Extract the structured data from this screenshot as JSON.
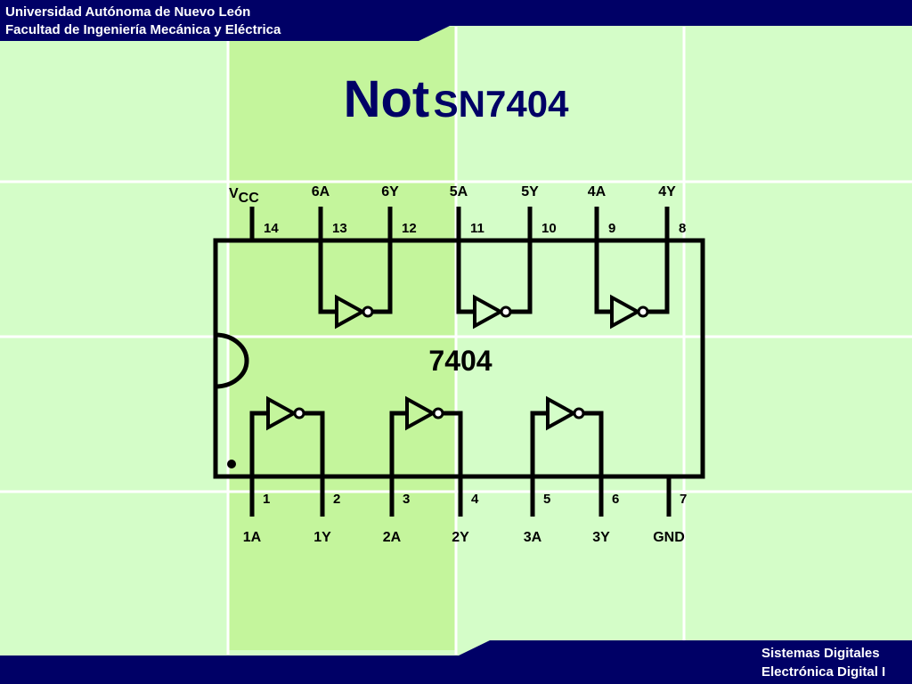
{
  "header": {
    "line1": "Universidad Autónoma de Nuevo León",
    "line2": "Facultad de Ingeniería Mecánica y Eléctrica"
  },
  "footer": {
    "line1": "Sistemas Digitales",
    "line2": "Electrónica Digital I"
  },
  "title": {
    "main": "Not",
    "part": "SN7404"
  },
  "chip": {
    "label": "7404",
    "top_pins": [
      {
        "num": "14",
        "name_main": "V",
        "name_sub": "CC"
      },
      {
        "num": "13",
        "name": "6A"
      },
      {
        "num": "12",
        "name": "6Y"
      },
      {
        "num": "11",
        "name": "5A"
      },
      {
        "num": "10",
        "name": "5Y"
      },
      {
        "num": "9",
        "name": "4A"
      },
      {
        "num": "8",
        "name": "4Y"
      }
    ],
    "bottom_pins": [
      {
        "num": "1",
        "name": "1A"
      },
      {
        "num": "2",
        "name": "1Y"
      },
      {
        "num": "3",
        "name": "2A"
      },
      {
        "num": "4",
        "name": "2Y"
      },
      {
        "num": "5",
        "name": "3A"
      },
      {
        "num": "6",
        "name": "3Y"
      },
      {
        "num": "7",
        "name": "GND"
      }
    ]
  },
  "colors": {
    "navy": "#000066",
    "background": "#d4fdc8",
    "highlight_column": "#c4f59c",
    "grid_line": "#ffffff",
    "ink": "#000000"
  }
}
